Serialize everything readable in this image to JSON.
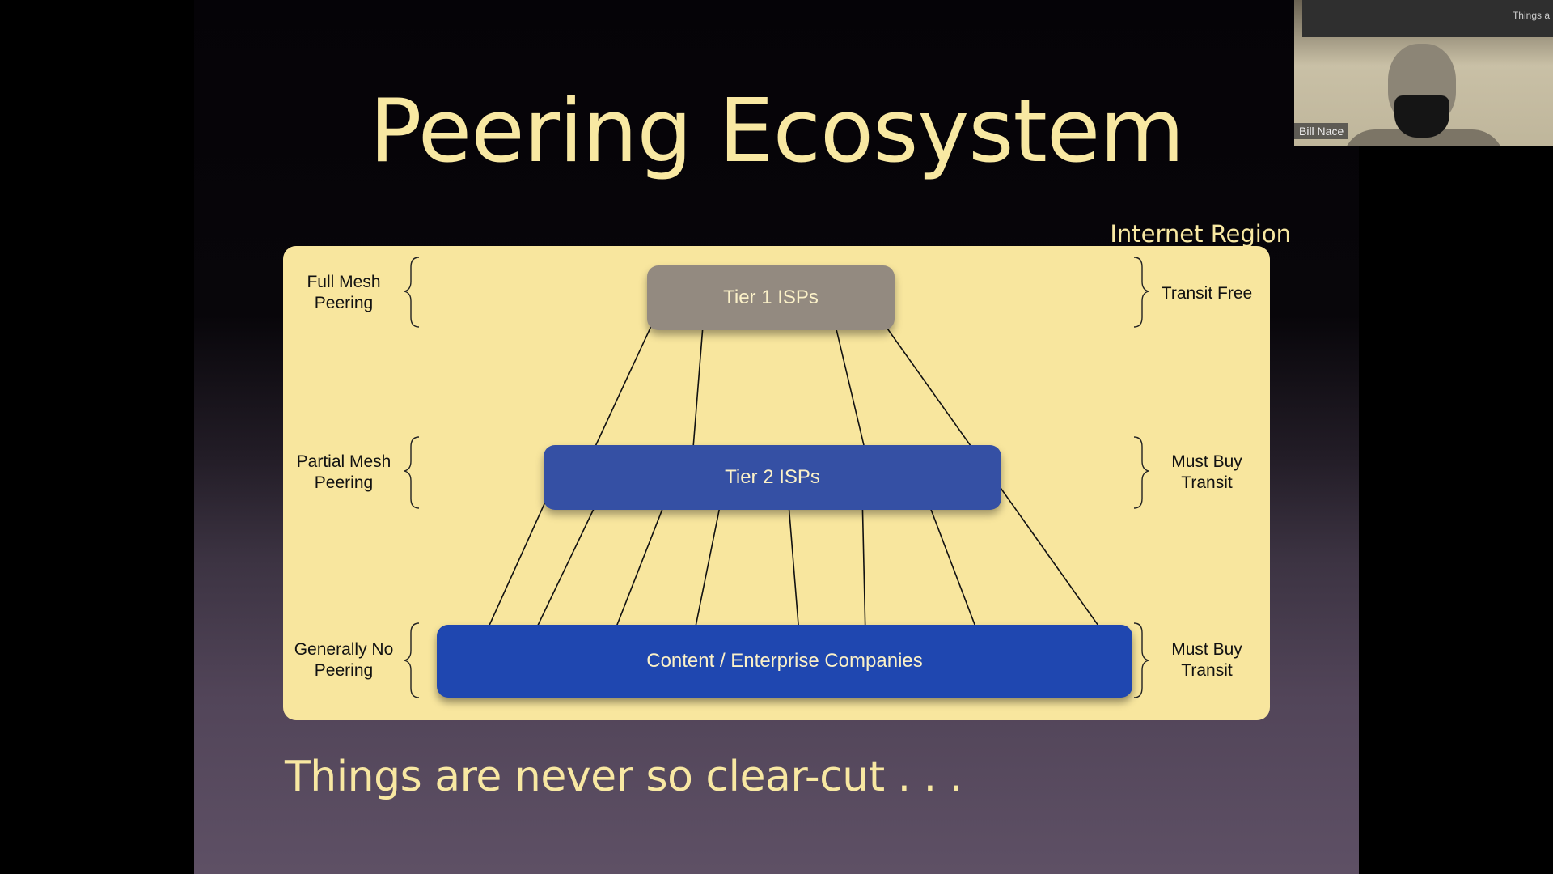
{
  "slide": {
    "title": "Peering Ecosystem",
    "region_label": "Internet Region",
    "caption": "Things are never so clear-cut . . .",
    "tiers": {
      "tier1": "Tier 1 ISPs",
      "tier2": "Tier 2 ISPs",
      "tier3": "Content / Enterprise Companies"
    },
    "left_labels": {
      "tier1": "Full Mesh Peering",
      "tier2": "Partial Mesh Peering",
      "tier3": "Generally No Peering"
    },
    "right_labels": {
      "tier1": "Transit Free",
      "tier2": "Must Buy Transit",
      "tier3": "Must Buy Transit"
    }
  },
  "video": {
    "participant_name": "Bill Nace",
    "background_text": "Things a"
  },
  "colors": {
    "slide_text": "#f8e8a2",
    "diagram_background": "#f8e69e",
    "tier1": "#938a80",
    "tier2": "#3550a4",
    "tier3": "#1f47b0"
  }
}
